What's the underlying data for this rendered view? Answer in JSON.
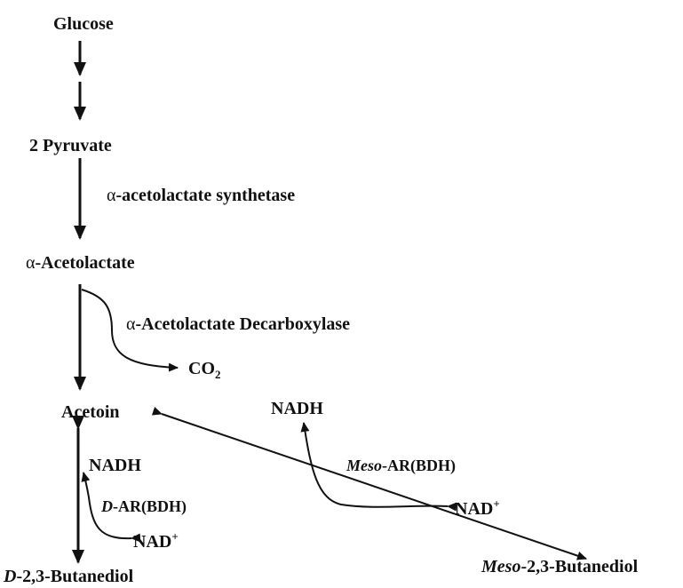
{
  "compounds": {
    "glucose": "Glucose",
    "pyruvate": "2 Pyruvate",
    "acetolactate_greek": "α",
    "acetolactate_rest": "-Acetolactate",
    "acetoin": "Acetoin",
    "d_butanediol_prefix": "D",
    "d_butanediol_rest": "-2,3-Butanediol",
    "meso_butanediol_prefix": "Meso",
    "meso_butanediol_rest": "-2,3-Butanediol"
  },
  "enzymes": {
    "synthetase_greek": "α",
    "synthetase_rest": "-acetolactate synthetase",
    "decarboxylase_greek": "α",
    "decarboxylase_rest": "-Acetolactate Decarboxylase",
    "d_ar_prefix": "D",
    "d_ar_rest": "-AR(BDH)",
    "meso_ar_prefix": "Meso",
    "meso_ar_rest": "-AR(BDH)"
  },
  "cofactors": {
    "co2_base": "CO",
    "co2_sub": "2",
    "nadh_left": "NADH",
    "nad_left_base": "NAD",
    "nad_left_sup": "+",
    "nadh_right": "NADH",
    "nad_right_base": "NAD",
    "nad_right_sup": "+"
  },
  "colors": {
    "ink": "#111111",
    "background": "#ffffff"
  }
}
